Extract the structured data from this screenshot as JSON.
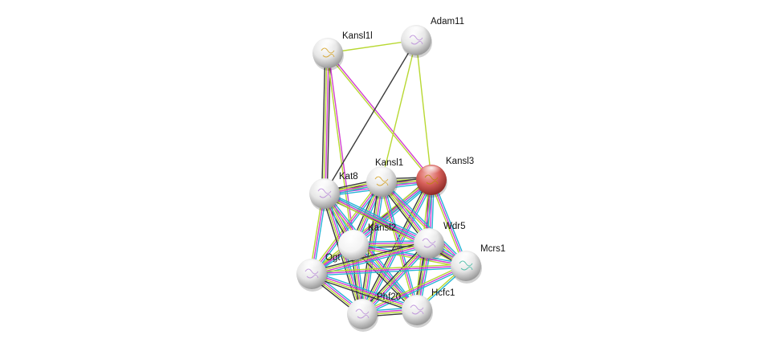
{
  "network": {
    "title": "",
    "edge_colors": {
      "textmining": "#b8d832",
      "experiments": "#d23ed2",
      "databases": "#26b5d6",
      "coexpression": "#3a3a3a"
    },
    "nodes": [
      {
        "id": "Kansl1l",
        "label": "Kansl1l",
        "color": "#e8e8e8",
        "query": false
      },
      {
        "id": "Adam11",
        "label": "Adam11",
        "color": "#e8e8e8",
        "query": false
      },
      {
        "id": "Kansl3",
        "label": "Kansl3",
        "color": "#d9534f",
        "query": true
      },
      {
        "id": "Kansl1",
        "label": "Kansl1",
        "color": "#e8e8e8",
        "query": false
      },
      {
        "id": "Kat8",
        "label": "Kat8",
        "color": "#e8e8e8",
        "query": false
      },
      {
        "id": "Kansl2",
        "label": "Kansl2",
        "color": "#f2f2f2",
        "query": false
      },
      {
        "id": "Wdr5",
        "label": "Wdr5",
        "color": "#e8e8e8",
        "query": false
      },
      {
        "id": "Mcrs1",
        "label": "Mcrs1",
        "color": "#e8e8e8",
        "query": false
      },
      {
        "id": "Ogt",
        "label": "Ogt",
        "color": "#e8e8e8",
        "query": false
      },
      {
        "id": "Phf20",
        "label": "Phf20",
        "color": "#e8e8e8",
        "query": false
      },
      {
        "id": "Hcfc1",
        "label": "Hcfc1",
        "color": "#e8e8e8",
        "query": false
      }
    ],
    "edges": [
      {
        "a": "Kansl1l",
        "b": "Adam11",
        "types": [
          "textmining"
        ]
      },
      {
        "a": "Kansl1l",
        "b": "Kansl3",
        "types": [
          "experiments",
          "textmining"
        ]
      },
      {
        "a": "Kansl1l",
        "b": "Kat8",
        "types": [
          "coexpression",
          "experiments",
          "textmining",
          "coexpression"
        ]
      },
      {
        "a": "Kansl1l",
        "b": "Kansl2",
        "types": [
          "experiments",
          "textmining"
        ]
      },
      {
        "a": "Adam11",
        "b": "Kat8",
        "types": [
          "coexpression"
        ]
      },
      {
        "a": "Adam11",
        "b": "Kansl1",
        "types": [
          "textmining"
        ]
      },
      {
        "a": "Adam11",
        "b": "Kansl3",
        "types": [
          "textmining"
        ]
      },
      {
        "a": "Kansl3",
        "b": "Kansl1",
        "types": [
          "databases",
          "experiments",
          "textmining",
          "coexpression"
        ]
      },
      {
        "a": "Kansl3",
        "b": "Kat8",
        "types": [
          "databases",
          "experiments",
          "textmining",
          "coexpression"
        ]
      },
      {
        "a": "Kansl3",
        "b": "Kansl2",
        "types": [
          "databases",
          "experiments",
          "textmining",
          "coexpression"
        ]
      },
      {
        "a": "Kansl3",
        "b": "Wdr5",
        "types": [
          "databases",
          "experiments",
          "textmining",
          "coexpression"
        ]
      },
      {
        "a": "Kansl3",
        "b": "Mcrs1",
        "types": [
          "databases",
          "experiments",
          "textmining"
        ]
      },
      {
        "a": "Kansl3",
        "b": "Ogt",
        "types": [
          "databases",
          "experiments",
          "textmining"
        ]
      },
      {
        "a": "Kansl3",
        "b": "Phf20",
        "types": [
          "databases",
          "experiments",
          "textmining",
          "coexpression"
        ]
      },
      {
        "a": "Kansl3",
        "b": "Hcfc1",
        "types": [
          "databases",
          "experiments",
          "textmining"
        ]
      },
      {
        "a": "Kansl1",
        "b": "Kat8",
        "types": [
          "databases",
          "experiments",
          "textmining",
          "coexpression"
        ]
      },
      {
        "a": "Kansl1",
        "b": "Kansl2",
        "types": [
          "databases",
          "experiments",
          "textmining",
          "coexpression"
        ]
      },
      {
        "a": "Kansl1",
        "b": "Wdr5",
        "types": [
          "databases",
          "experiments",
          "textmining",
          "coexpression"
        ]
      },
      {
        "a": "Kansl1",
        "b": "Mcrs1",
        "types": [
          "databases",
          "experiments",
          "textmining"
        ]
      },
      {
        "a": "Kansl1",
        "b": "Ogt",
        "types": [
          "databases",
          "experiments",
          "textmining"
        ]
      },
      {
        "a": "Kansl1",
        "b": "Phf20",
        "types": [
          "databases",
          "experiments",
          "textmining",
          "coexpression"
        ]
      },
      {
        "a": "Kansl1",
        "b": "Hcfc1",
        "types": [
          "databases",
          "experiments",
          "textmining"
        ]
      },
      {
        "a": "Kat8",
        "b": "Kansl2",
        "types": [
          "databases",
          "experiments",
          "textmining",
          "coexpression"
        ]
      },
      {
        "a": "Kat8",
        "b": "Wdr5",
        "types": [
          "databases",
          "experiments",
          "textmining",
          "coexpression"
        ]
      },
      {
        "a": "Kat8",
        "b": "Mcrs1",
        "types": [
          "databases",
          "experiments",
          "textmining"
        ]
      },
      {
        "a": "Kat8",
        "b": "Ogt",
        "types": [
          "databases",
          "experiments",
          "textmining"
        ]
      },
      {
        "a": "Kat8",
        "b": "Phf20",
        "types": [
          "databases",
          "experiments",
          "textmining",
          "coexpression"
        ]
      },
      {
        "a": "Kat8",
        "b": "Hcfc1",
        "types": [
          "databases",
          "experiments",
          "textmining"
        ]
      },
      {
        "a": "Kansl2",
        "b": "Wdr5",
        "types": [
          "databases",
          "experiments",
          "textmining",
          "coexpression"
        ]
      },
      {
        "a": "Kansl2",
        "b": "Mcrs1",
        "types": [
          "databases",
          "experiments",
          "textmining"
        ]
      },
      {
        "a": "Kansl2",
        "b": "Ogt",
        "types": [
          "databases",
          "experiments",
          "textmining"
        ]
      },
      {
        "a": "Kansl2",
        "b": "Phf20",
        "types": [
          "databases",
          "experiments",
          "textmining",
          "coexpression"
        ]
      },
      {
        "a": "Kansl2",
        "b": "Hcfc1",
        "types": [
          "databases",
          "experiments",
          "textmining",
          "coexpression"
        ]
      },
      {
        "a": "Wdr5",
        "b": "Mcrs1",
        "types": [
          "databases",
          "experiments",
          "textmining",
          "coexpression"
        ]
      },
      {
        "a": "Wdr5",
        "b": "Ogt",
        "types": [
          "databases",
          "experiments",
          "textmining",
          "coexpression"
        ]
      },
      {
        "a": "Wdr5",
        "b": "Phf20",
        "types": [
          "databases",
          "experiments",
          "textmining",
          "coexpression"
        ]
      },
      {
        "a": "Wdr5",
        "b": "Hcfc1",
        "types": [
          "databases",
          "experiments",
          "textmining",
          "coexpression"
        ]
      },
      {
        "a": "Mcrs1",
        "b": "Ogt",
        "types": [
          "databases",
          "experiments",
          "textmining"
        ]
      },
      {
        "a": "Mcrs1",
        "b": "Phf20",
        "types": [
          "databases",
          "experiments",
          "textmining"
        ]
      },
      {
        "a": "Mcrs1",
        "b": "Hcfc1",
        "types": [
          "databases",
          "textmining"
        ]
      },
      {
        "a": "Ogt",
        "b": "Phf20",
        "types": [
          "databases",
          "experiments",
          "textmining",
          "coexpression"
        ]
      },
      {
        "a": "Ogt",
        "b": "Hcfc1",
        "types": [
          "databases",
          "experiments",
          "textmining",
          "coexpression"
        ]
      },
      {
        "a": "Phf20",
        "b": "Hcfc1",
        "types": [
          "databases",
          "experiments",
          "textmining",
          "coexpression"
        ]
      }
    ]
  }
}
